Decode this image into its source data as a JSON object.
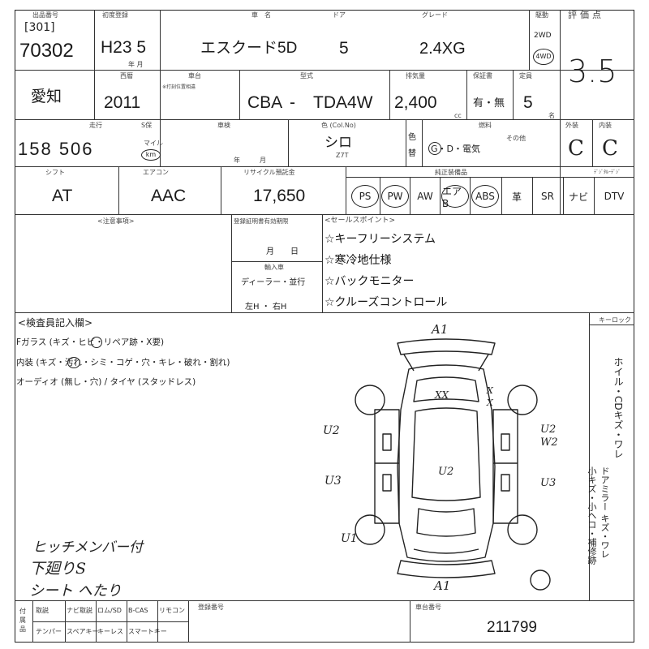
{
  "header": {
    "lot_label": "出品番号",
    "lot_bracket": "[301]",
    "lot_no": "70302",
    "reg_label": "初度登録",
    "reg_value": "H23 5",
    "reg_sub": "年 月",
    "name_label": "車　名",
    "name_value": "エスクード5D",
    "door_label": "ドア",
    "door_value": "5",
    "grade_label": "グレード",
    "grade_value": "2.4XG",
    "drive_label": "駆動",
    "drive_2wd": "2WD",
    "drive_4wd": "4WD",
    "score_label": "評価点",
    "score_value": "3.5"
  },
  "row2": {
    "pref": "愛知",
    "year_label": "西暦",
    "year_value": "2011",
    "chassis_label": "車台",
    "chassis_note": "※打刻位置相違",
    "model_label": "型式",
    "model_prefix": "CBA",
    "model_dash": "-",
    "model_code": "TDA4W",
    "cc_label": "排気量",
    "cc_value": "2,400",
    "cc_unit": "cc",
    "fix_label": "保証書",
    "fix_value": "有・無",
    "cap_label": "定員",
    "cap_value": "5",
    "cap_unit": "名"
  },
  "row3": {
    "mileage_label": "走行",
    "meter_label": "S保",
    "mileage_value": "158 506",
    "mile_unit": "マイル",
    "km_unit": "km",
    "inspect_label": "車検",
    "inspect_unit": "年　　　月",
    "color_label": "色 (Col.No)",
    "color_value": "シロ",
    "color_code": "Z7T",
    "color_side_1": "色",
    "color_side_2": "替",
    "fuel_label": "燃料",
    "fuel_value": "G・D・電気",
    "fuel_other": "その他",
    "ext_label": "外装",
    "ext_value": "C",
    "int_label": "内装",
    "int_value": "C"
  },
  "row4": {
    "shift_label": "シフト",
    "shift_value": "AT",
    "ac_label": "エアコン",
    "ac_value": "AAC",
    "recycle_label": "リサイクル預託金",
    "recycle_value": "17,650",
    "equip_label": "純正装備品",
    "equip": [
      "PS",
      "PW",
      "AW",
      "エアB",
      "ABS",
      "革",
      "SR",
      "ナビ",
      "DTV"
    ],
    "digital_label": "ﾃﾞｼﾞﾀﾙｰﾃﾞｼﾞ"
  },
  "notes": {
    "note_label": "<注意事項>",
    "expire_label": "登録証明書有効期限",
    "expire_value": "月　　日",
    "import_label": "輸入車",
    "import_value": "ディーラー・並行",
    "handle_value": "左H ・ 右H",
    "sales_label": "<セールスポイント>",
    "sales_points": [
      "☆キーフリーシステム",
      "☆寒冷地仕様",
      "☆バックモニター",
      "☆クルーズコントロール"
    ]
  },
  "inspection": {
    "title": "<検査員記入欄>",
    "line1": "Fガラス (キズ・ヒビ・リペア跡・X要)",
    "line2": "内装 (キズ・汚れ・シミ・コゲ・穴・キレ・破れ・割れ)",
    "line3": "オーディオ (無し・穴) / タイヤ (スタッドレス)",
    "keylock_label": "キーロック",
    "handwriting": [
      "ヒッチメンバー付",
      "下廻りS",
      "シート へたり"
    ],
    "side_text": "ホイル・CDキズ・ワレ",
    "side_text_2": "ドアミラー キズ・ワレ",
    "side_text_3": "小キズ・小ヘコ・補修跡"
  },
  "diagram_marks": {
    "top": "A1",
    "bottom": "A1",
    "roof": "XX",
    "roof_x": "X",
    "roof_x2": "X",
    "left1": "U2",
    "left2": "U3",
    "left3": "U1",
    "right1": "U2",
    "right2": "W2",
    "right3": "U3",
    "center": "U2"
  },
  "footer": {
    "cols_top": [
      "取説",
      "ナビ取説",
      "ロム/SD",
      "B-CAS",
      "リモコン"
    ],
    "cols_bottom": [
      "テンパー",
      "スペアキー",
      "キーレス",
      "スマートキー"
    ],
    "reg_no_label": "登録番号",
    "chassis_no_label": "車台番号",
    "chassis_no_value": "211799"
  }
}
